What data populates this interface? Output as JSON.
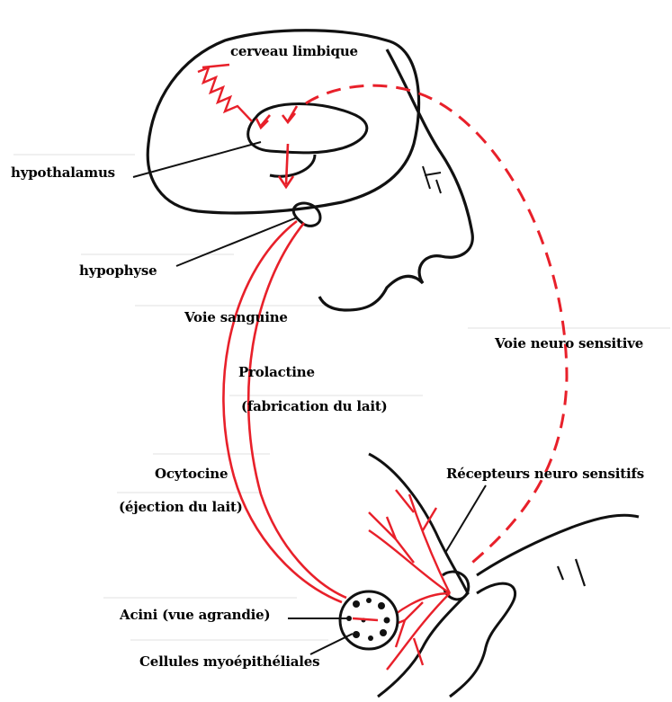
{
  "diagram": {
    "labels": {
      "cerveau_limbique": "cerveau limbique",
      "hypothalamus": "hypothalamus",
      "hypophyse": "hypophyse",
      "voie_sanguine": "Voie sanguine",
      "prolactine": "Prolactine",
      "fabrication": "(fabrication du lait)",
      "ocytocine": "Ocytocine",
      "ejection": "(éjection du lait)",
      "voie_neuro": "Voie neuro sensitive",
      "recepteurs": "Récepteurs neuro sensitifs",
      "acini": "Acini (vue agrandie)",
      "cellules": "Cellules myoépithéliales"
    },
    "colors": {
      "ink": "#111111",
      "pathway": "#e8202a",
      "guide_lines": "#e6e6e6"
    }
  }
}
